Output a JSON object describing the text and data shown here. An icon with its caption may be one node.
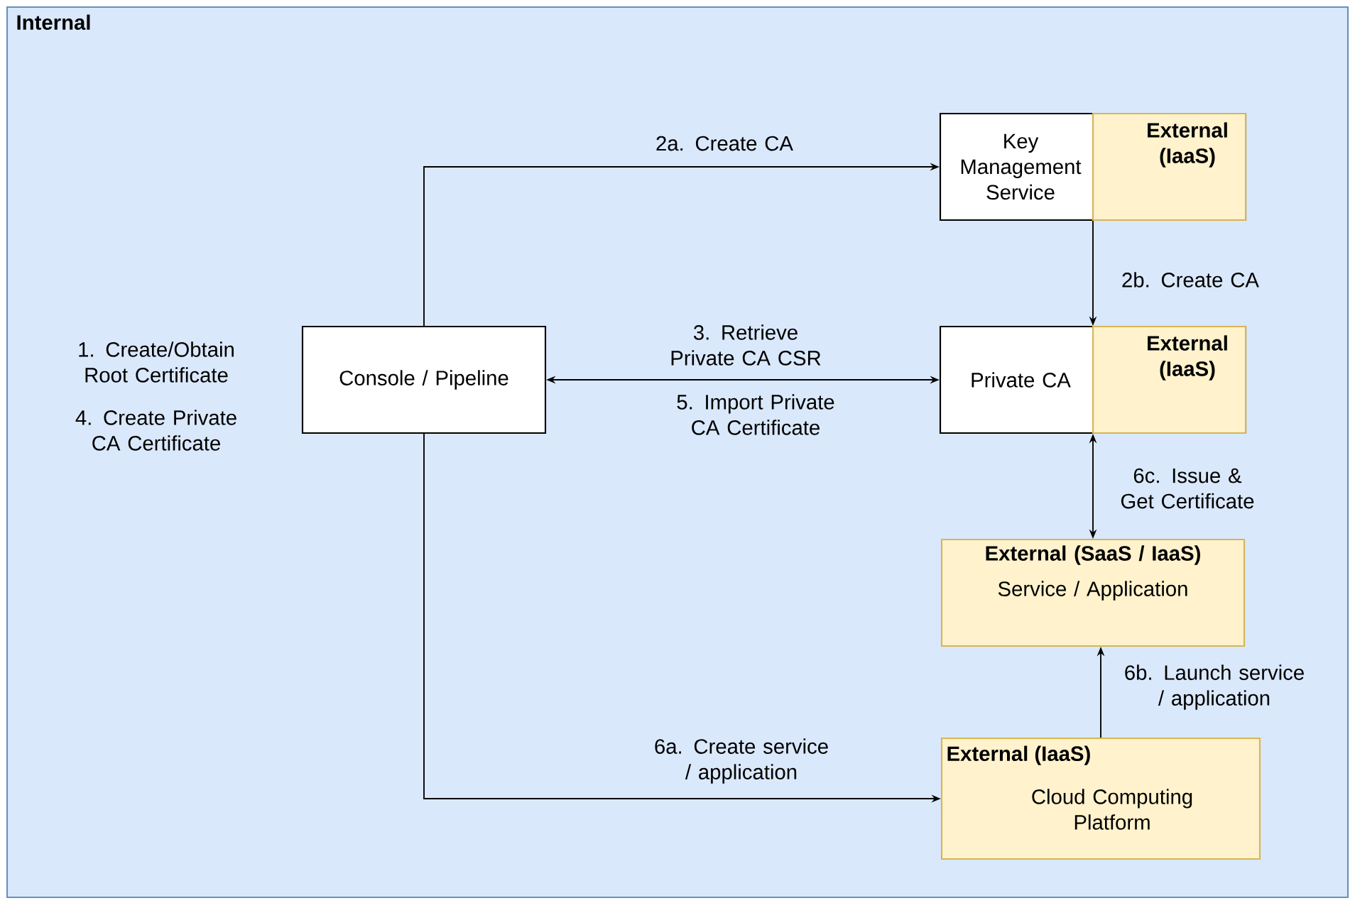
{
  "diagram": {
    "nodes": [
      {
        "text": [
          "Internal"
        ]
      },
      {
        "text": [
          "Console / Pipeline"
        ],
        "in": 0,
        "beside": [
          "1. Create/Obtain Root Certificate",
          "4. Create Private CA Certificate"
        ]
      },
      {
        "text": [
          "Key Management Service",
          "External (IaaS)"
        ],
        "in": 0
      },
      {
        "text": [
          "Private CA",
          "External (IaaS)"
        ],
        "in": 0
      },
      {
        "text": [
          "External (SaaS / IaaS)",
          "Service / Application"
        ],
        "in": 0
      },
      {
        "text": [
          "External (IaaS)",
          "Cloud Computing Platform"
        ],
        "in": 0
      }
    ],
    "edges": [
      {
        "from": 1,
        "to": 2,
        "arrow": "to",
        "label": "2a. Create CA"
      },
      {
        "from": 2,
        "to": 3,
        "arrow": "to",
        "label": "2b. Create CA"
      },
      {
        "from": 1,
        "to": 3,
        "arrow": "both",
        "label": "3. Retrieve Private CA CSR"
      },
      {
        "from": 3,
        "to": 4,
        "arrow": "both",
        "label": "6c. Issue & Get Certificate"
      },
      {
        "from": 1,
        "to": 5,
        "arrow": "to",
        "label": "6a. Create service / application"
      },
      {
        "from": 5,
        "to": 4,
        "arrow": "to",
        "label": "6b. Launch service / application"
      }
    ],
    "labels": [
      "5. Import Private CA Certificate"
    ]
  }
}
